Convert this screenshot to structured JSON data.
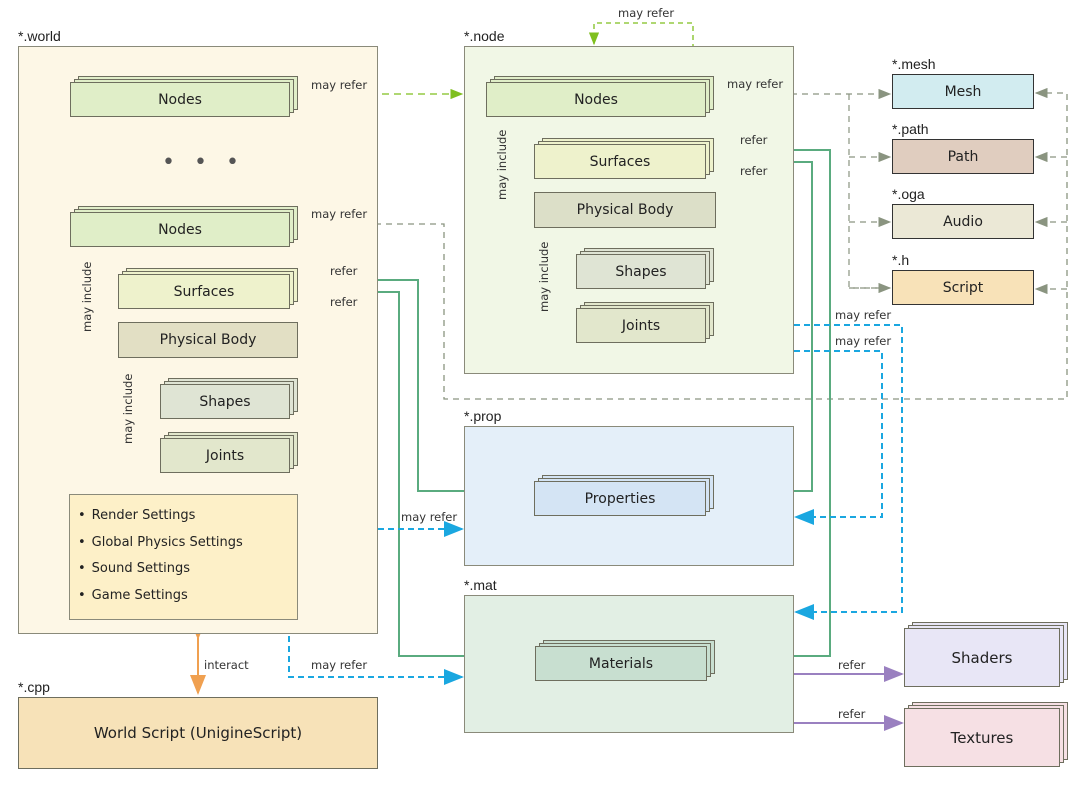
{
  "groups": {
    "world": "*.world",
    "node": "*.node",
    "prop": "*.prop",
    "mat": "*.mat",
    "cpp": "*.cpp",
    "mesh": "*.mesh",
    "path": "*.path",
    "oga": "*.oga",
    "h": "*.h"
  },
  "world": {
    "nodes_top": "Nodes",
    "ellipsis": "• • •",
    "nodes": "Nodes",
    "surfaces": "Surfaces",
    "physical_body": "Physical  Body",
    "shapes": "Shapes",
    "joints": "Joints",
    "settings": [
      "Render Settings",
      "Global Physics Settings",
      "Sound Settings",
      "Game Settings"
    ]
  },
  "node": {
    "nodes": "Nodes",
    "surfaces": "Surfaces",
    "physical_body": "Physical  Body",
    "shapes": "Shapes",
    "joints": "Joints"
  },
  "prop": {
    "properties": "Properties"
  },
  "mat": {
    "materials": "Materials"
  },
  "cpp": {
    "world_script": "World Script (UnigineScript)"
  },
  "assets": {
    "mesh": "Mesh",
    "path": "Path",
    "audio": "Audio",
    "script": "Script",
    "shaders": "Shaders",
    "textures": "Textures"
  },
  "edges": {
    "may_refer": "may refer",
    "refer": "refer",
    "may_include": "may include",
    "interact": "interact"
  },
  "colors": {
    "node_ref": "#7fbf1f",
    "asset_ref": "#8a9480",
    "refer_green": "#5aab7f",
    "may_refer_blue": "#1aa7e0",
    "interact": "#f0a050",
    "refer_purple": "#9a80c0"
  }
}
